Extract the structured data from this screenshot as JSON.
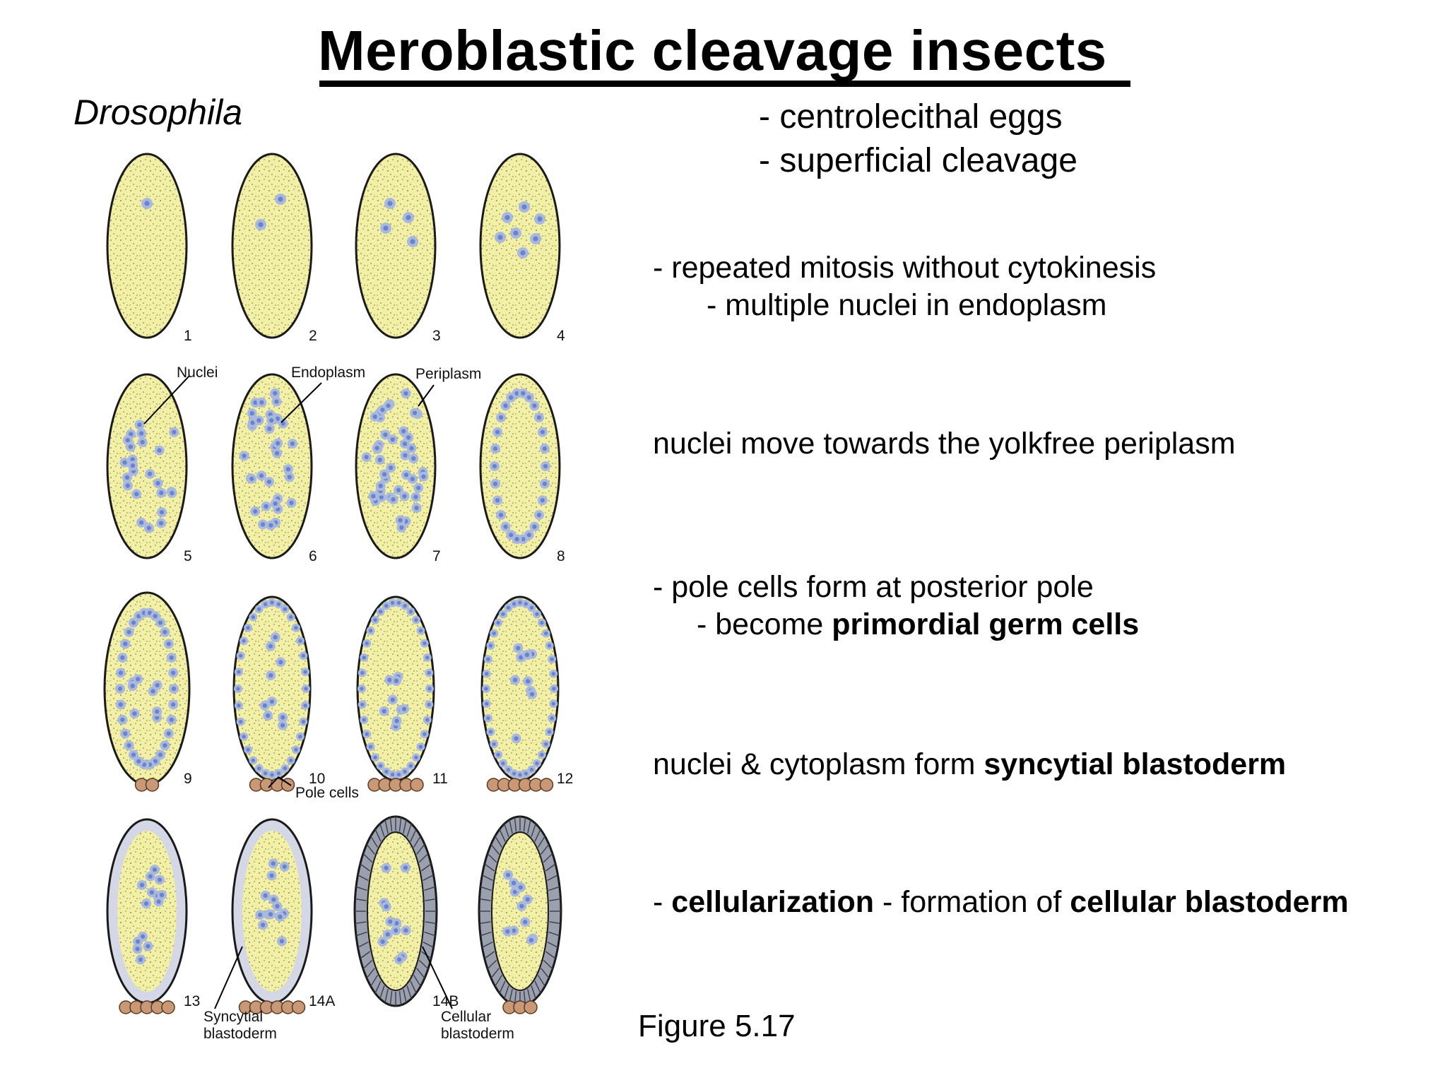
{
  "title": "Meroblastic cleavage  insects",
  "organism": "Drosophila",
  "bullets": {
    "egg_type": "- centrolecithal eggs",
    "cleavage_type": "- superficial cleavage",
    "mitosis": "- repeated mitosis without cytokinesis",
    "nuclei": "- multiple nuclei in endoplasm",
    "migration": "nuclei move towards the yolkfree periplasm",
    "pole_cells": "- pole cells form at posterior pole",
    "germ_prefix": "- become ",
    "germ_bold": "primordial germ cells",
    "syncytial_prefix": "nuclei & cytoplasm form ",
    "syncytial_bold": "syncytial blastoderm",
    "cell_prefix": "- ",
    "cell_bold1": "cellularization",
    "cell_mid": " - formation of ",
    "cell_bold2": "cellular blastoderm"
  },
  "figure_caption": "Figure 5.17",
  "stages": [
    "1",
    "2",
    "3",
    "4",
    "5",
    "6",
    "7",
    "8",
    "9",
    "10",
    "11",
    "12",
    "13",
    "14A",
    "14B"
  ],
  "labels": {
    "nuclei": "Nuclei",
    "endoplasm": "Endoplasm",
    "periplasm": "Periplasm",
    "pole_cells": "Pole cells",
    "syncytial_1": "Syncytial",
    "syncytial_2": "blastoderm",
    "cellular_1": "Cellular",
    "cellular_2": "blastoderm"
  },
  "colors": {
    "yolk": "#f2efa6",
    "nucleus": "#a9b8df",
    "nucleus_core": "#6b84c8",
    "periplasm": "#d4d8e6",
    "pole_cell": "#c89877",
    "outline": "#1a1a1a"
  }
}
